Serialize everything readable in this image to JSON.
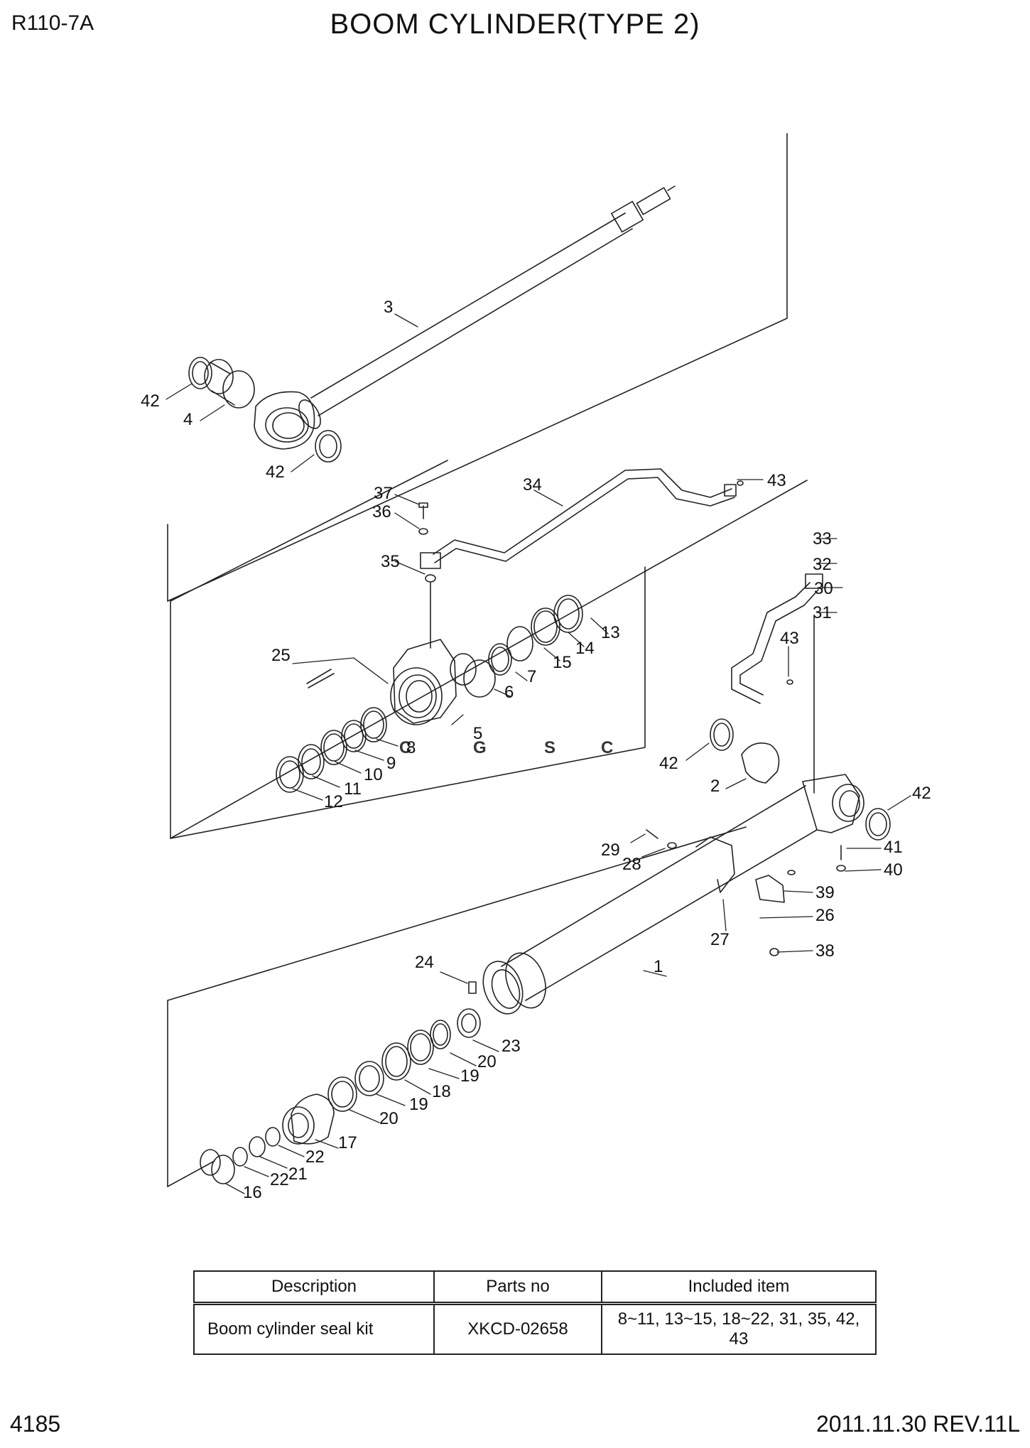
{
  "header": {
    "model": "R110-7A",
    "title": "BOOM CYLINDER(TYPE 2)"
  },
  "footer": {
    "page_number": "4185",
    "revision": "2011.11.30  REV.11L"
  },
  "watermark": {
    "letters": [
      "C",
      "G",
      "S",
      "C"
    ],
    "colors": [
      "#4f8ef5",
      "#f0736c",
      "#f6d35a",
      "#3fae6f"
    ]
  },
  "callouts": [
    {
      "label": "3"
    },
    {
      "label": "42"
    },
    {
      "label": "4"
    },
    {
      "label": "42"
    },
    {
      "label": "37"
    },
    {
      "label": "36"
    },
    {
      "label": "35"
    },
    {
      "label": "34"
    },
    {
      "label": "43"
    },
    {
      "label": "33"
    },
    {
      "label": "32"
    },
    {
      "label": "30"
    },
    {
      "label": "31"
    },
    {
      "label": "43"
    },
    {
      "label": "25"
    },
    {
      "label": "5"
    },
    {
      "label": "6"
    },
    {
      "label": "7"
    },
    {
      "label": "15"
    },
    {
      "label": "14"
    },
    {
      "label": "13"
    },
    {
      "label": "8"
    },
    {
      "label": "9"
    },
    {
      "label": "10"
    },
    {
      "label": "11"
    },
    {
      "label": "12"
    },
    {
      "label": "42"
    },
    {
      "label": "2"
    },
    {
      "label": "42"
    },
    {
      "label": "29"
    },
    {
      "label": "28"
    },
    {
      "label": "41"
    },
    {
      "label": "40"
    },
    {
      "label": "39"
    },
    {
      "label": "26"
    },
    {
      "label": "27"
    },
    {
      "label": "38"
    },
    {
      "label": "1"
    },
    {
      "label": "24"
    },
    {
      "label": "23"
    },
    {
      "label": "20"
    },
    {
      "label": "19"
    },
    {
      "label": "18"
    },
    {
      "label": "19"
    },
    {
      "label": "20"
    },
    {
      "label": "17"
    },
    {
      "label": "22"
    },
    {
      "label": "21"
    },
    {
      "label": "22"
    },
    {
      "label": "16"
    }
  ],
  "seal_kit_table": {
    "headers": {
      "description": "Description",
      "parts_no": "Parts no",
      "included": "Included item"
    },
    "rows": [
      {
        "description": "Boom cylinder seal kit",
        "parts_no": "XKCD-02658",
        "included": "8~11, 13~15, 18~22, 31, 35, 42, 43"
      }
    ]
  }
}
